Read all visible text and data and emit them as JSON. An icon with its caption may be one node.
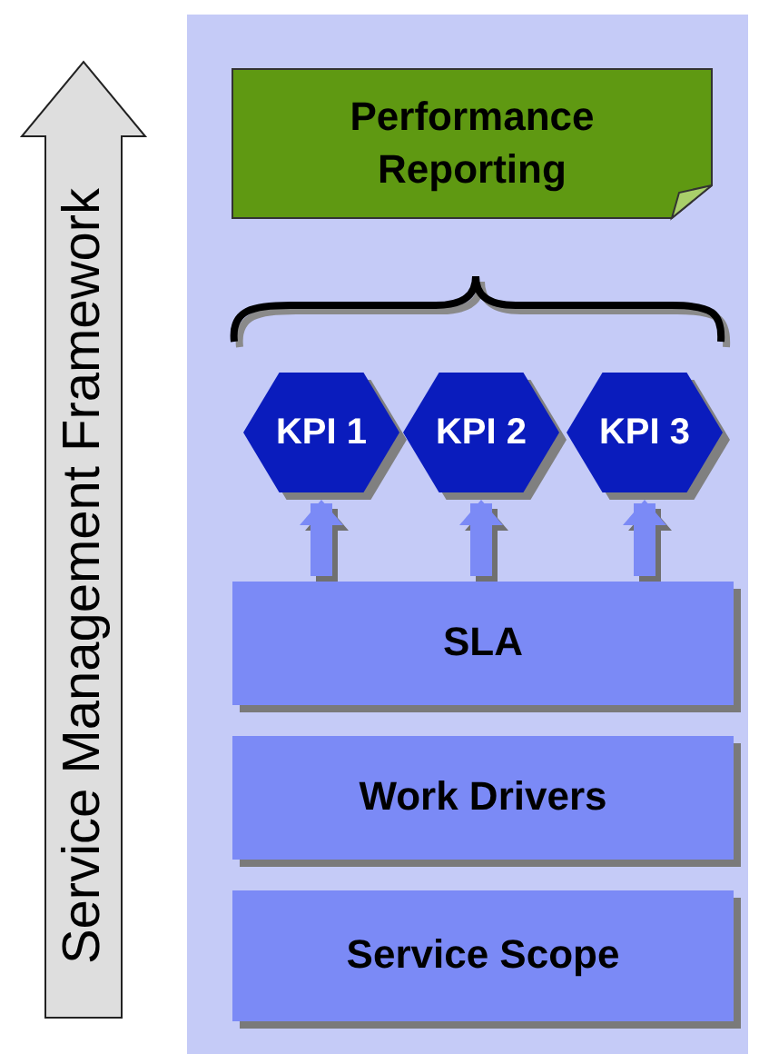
{
  "diagram": {
    "nodes": [
      {
        "text": [
          "Service Management Framework"
        ]
      },
      {
        "text": [
          "Performance Reporting"
        ]
      },
      {
        "text": [
          "KPI 1"
        ]
      },
      {
        "text": [
          "KPI 2"
        ]
      },
      {
        "text": [
          "KPI 3"
        ]
      },
      {
        "text": [
          "SLA"
        ]
      },
      {
        "text": [
          "Work Drivers"
        ]
      },
      {
        "text": [
          "Service Scope"
        ]
      }
    ],
    "edges": [
      {
        "from": 5,
        "to": 2,
        "arrow": "to"
      },
      {
        "from": 5,
        "to": 3,
        "arrow": "to"
      },
      {
        "from": 5,
        "to": 4,
        "arrow": "to"
      }
    ]
  }
}
